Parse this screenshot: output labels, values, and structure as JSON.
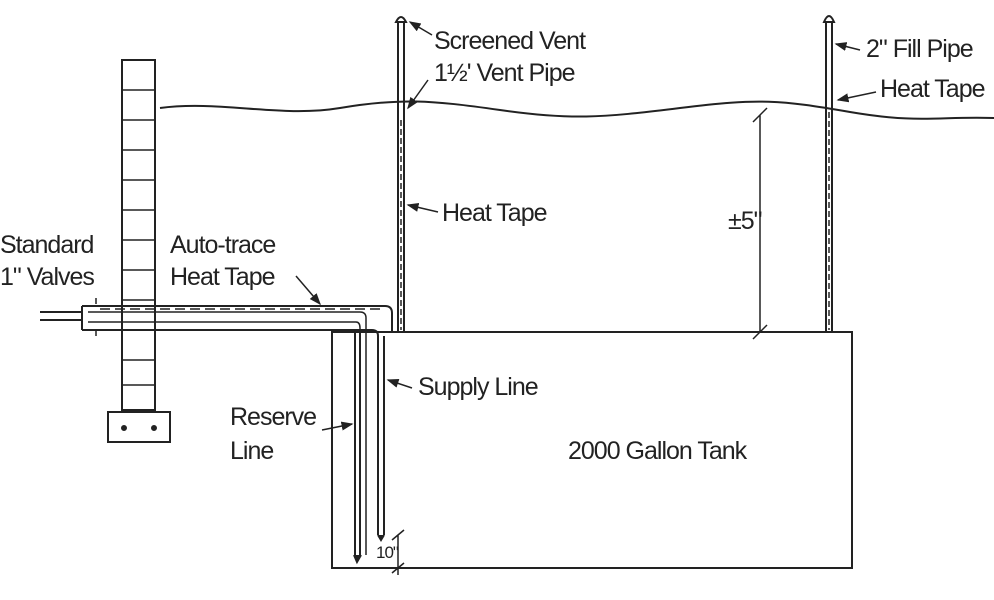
{
  "labels": {
    "screened_vent": "Screened Vent",
    "vent_pipe": "1½' Vent Pipe",
    "fill_pipe": "2\" Fill Pipe",
    "heat_tape_fill": "Heat Tape",
    "heat_tape_vent": "Heat Tape",
    "depth": "±5\"",
    "standard_line1": "Standard",
    "standard_line2": "1\" Valves",
    "autotrace_line1": "Auto-trace",
    "autotrace_line2": "Heat Tape",
    "supply_line": "Supply Line",
    "reserve_line1": "Reserve",
    "reserve_line2": "Line",
    "tank": "2000 Gallon Tank",
    "clearance": "10\""
  },
  "colors": {
    "line": "#222222",
    "background": "#ffffff"
  }
}
